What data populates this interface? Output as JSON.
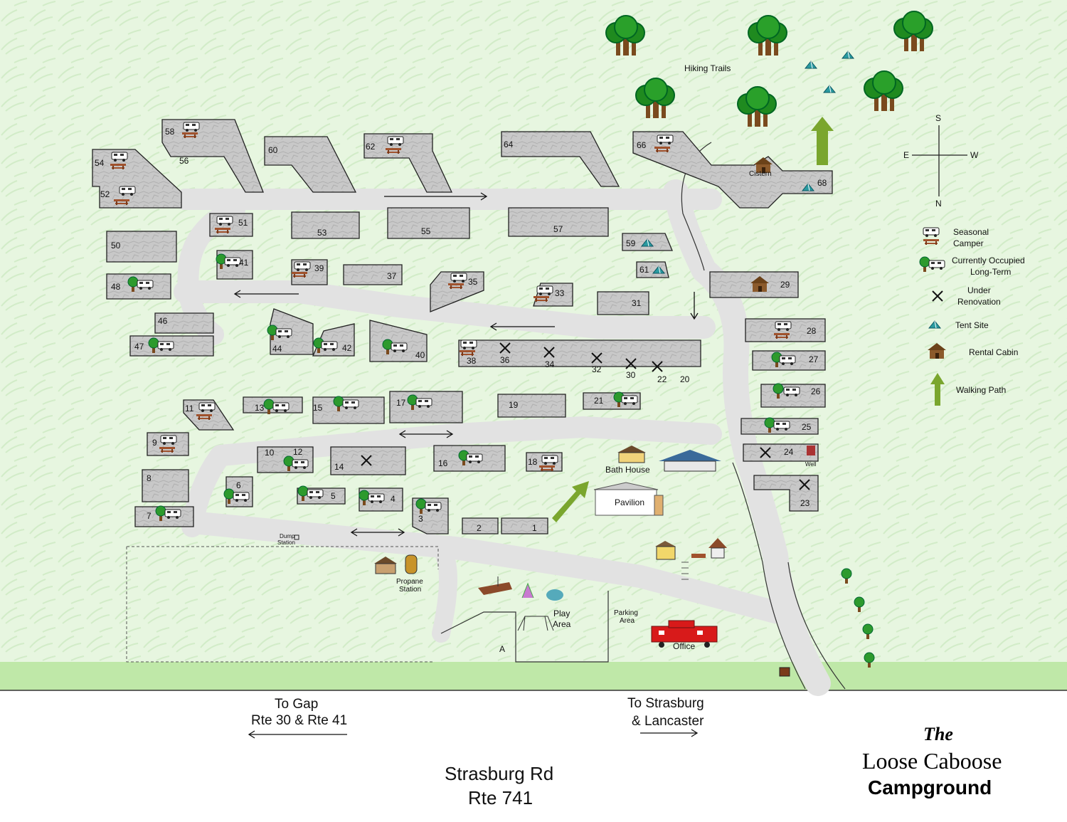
{
  "title": {
    "the": "The",
    "name": "Loose Caboose",
    "sub": "Campground"
  },
  "roads": {
    "left_dest_line1": "To Gap",
    "left_dest_line2": "Rte 30 & Rte 41",
    "right_dest_line1": "To Strasburg",
    "right_dest_line2": "& Lancaster",
    "main_line1": "Strasburg Rd",
    "main_line2": "Rte 741"
  },
  "compass": {
    "n": "N",
    "s": "S",
    "e": "E",
    "w": "W"
  },
  "legend": {
    "seasonal_line1": "Seasonal",
    "seasonal_line2": "Camper",
    "occupied_line1": "Currently Occupied",
    "occupied_line2": "Long-Term",
    "renovation_line1": "Under",
    "renovation_line2": "Renovation",
    "tent": "Tent Site",
    "cabin": "Rental Cabin",
    "walk": "Walking Path"
  },
  "places": {
    "hiking": "Hiking Trails",
    "cistern": "Cistern",
    "bath_house": "Bath House",
    "pavilion": "Pavilion",
    "play_line1": "Play",
    "play_line2": "Area",
    "parking_line1": "Parking",
    "parking_line2": "Area",
    "office": "Office",
    "propane_line1": "Propane",
    "propane_line2": "Station",
    "dump_line1": "Dump",
    "dump_line2": "Station",
    "well": "Well",
    "area_a": "A"
  },
  "sites": [
    "1",
    "2",
    "3",
    "4",
    "5",
    "6",
    "7",
    "8",
    "9",
    "10",
    "11",
    "12",
    "13",
    "14",
    "15",
    "16",
    "17",
    "18",
    "19",
    "20",
    "21",
    "22",
    "23",
    "24",
    "25",
    "26",
    "27",
    "28",
    "29",
    "30",
    "31",
    "32",
    "33",
    "34",
    "35",
    "36",
    "37",
    "38",
    "39",
    "40",
    "41",
    "42",
    "44",
    "46",
    "47",
    "48",
    "50",
    "51",
    "52",
    "53",
    "54",
    "55",
    "56",
    "57",
    "58",
    "59",
    "60",
    "61",
    "62",
    "64",
    "66",
    "68"
  ],
  "colors": {
    "grass": "#e6f5df",
    "road": "#e4e4e4",
    "pad": "#c7c7c7",
    "walk": "#7aa62e",
    "caboose": "#d81a1a"
  }
}
